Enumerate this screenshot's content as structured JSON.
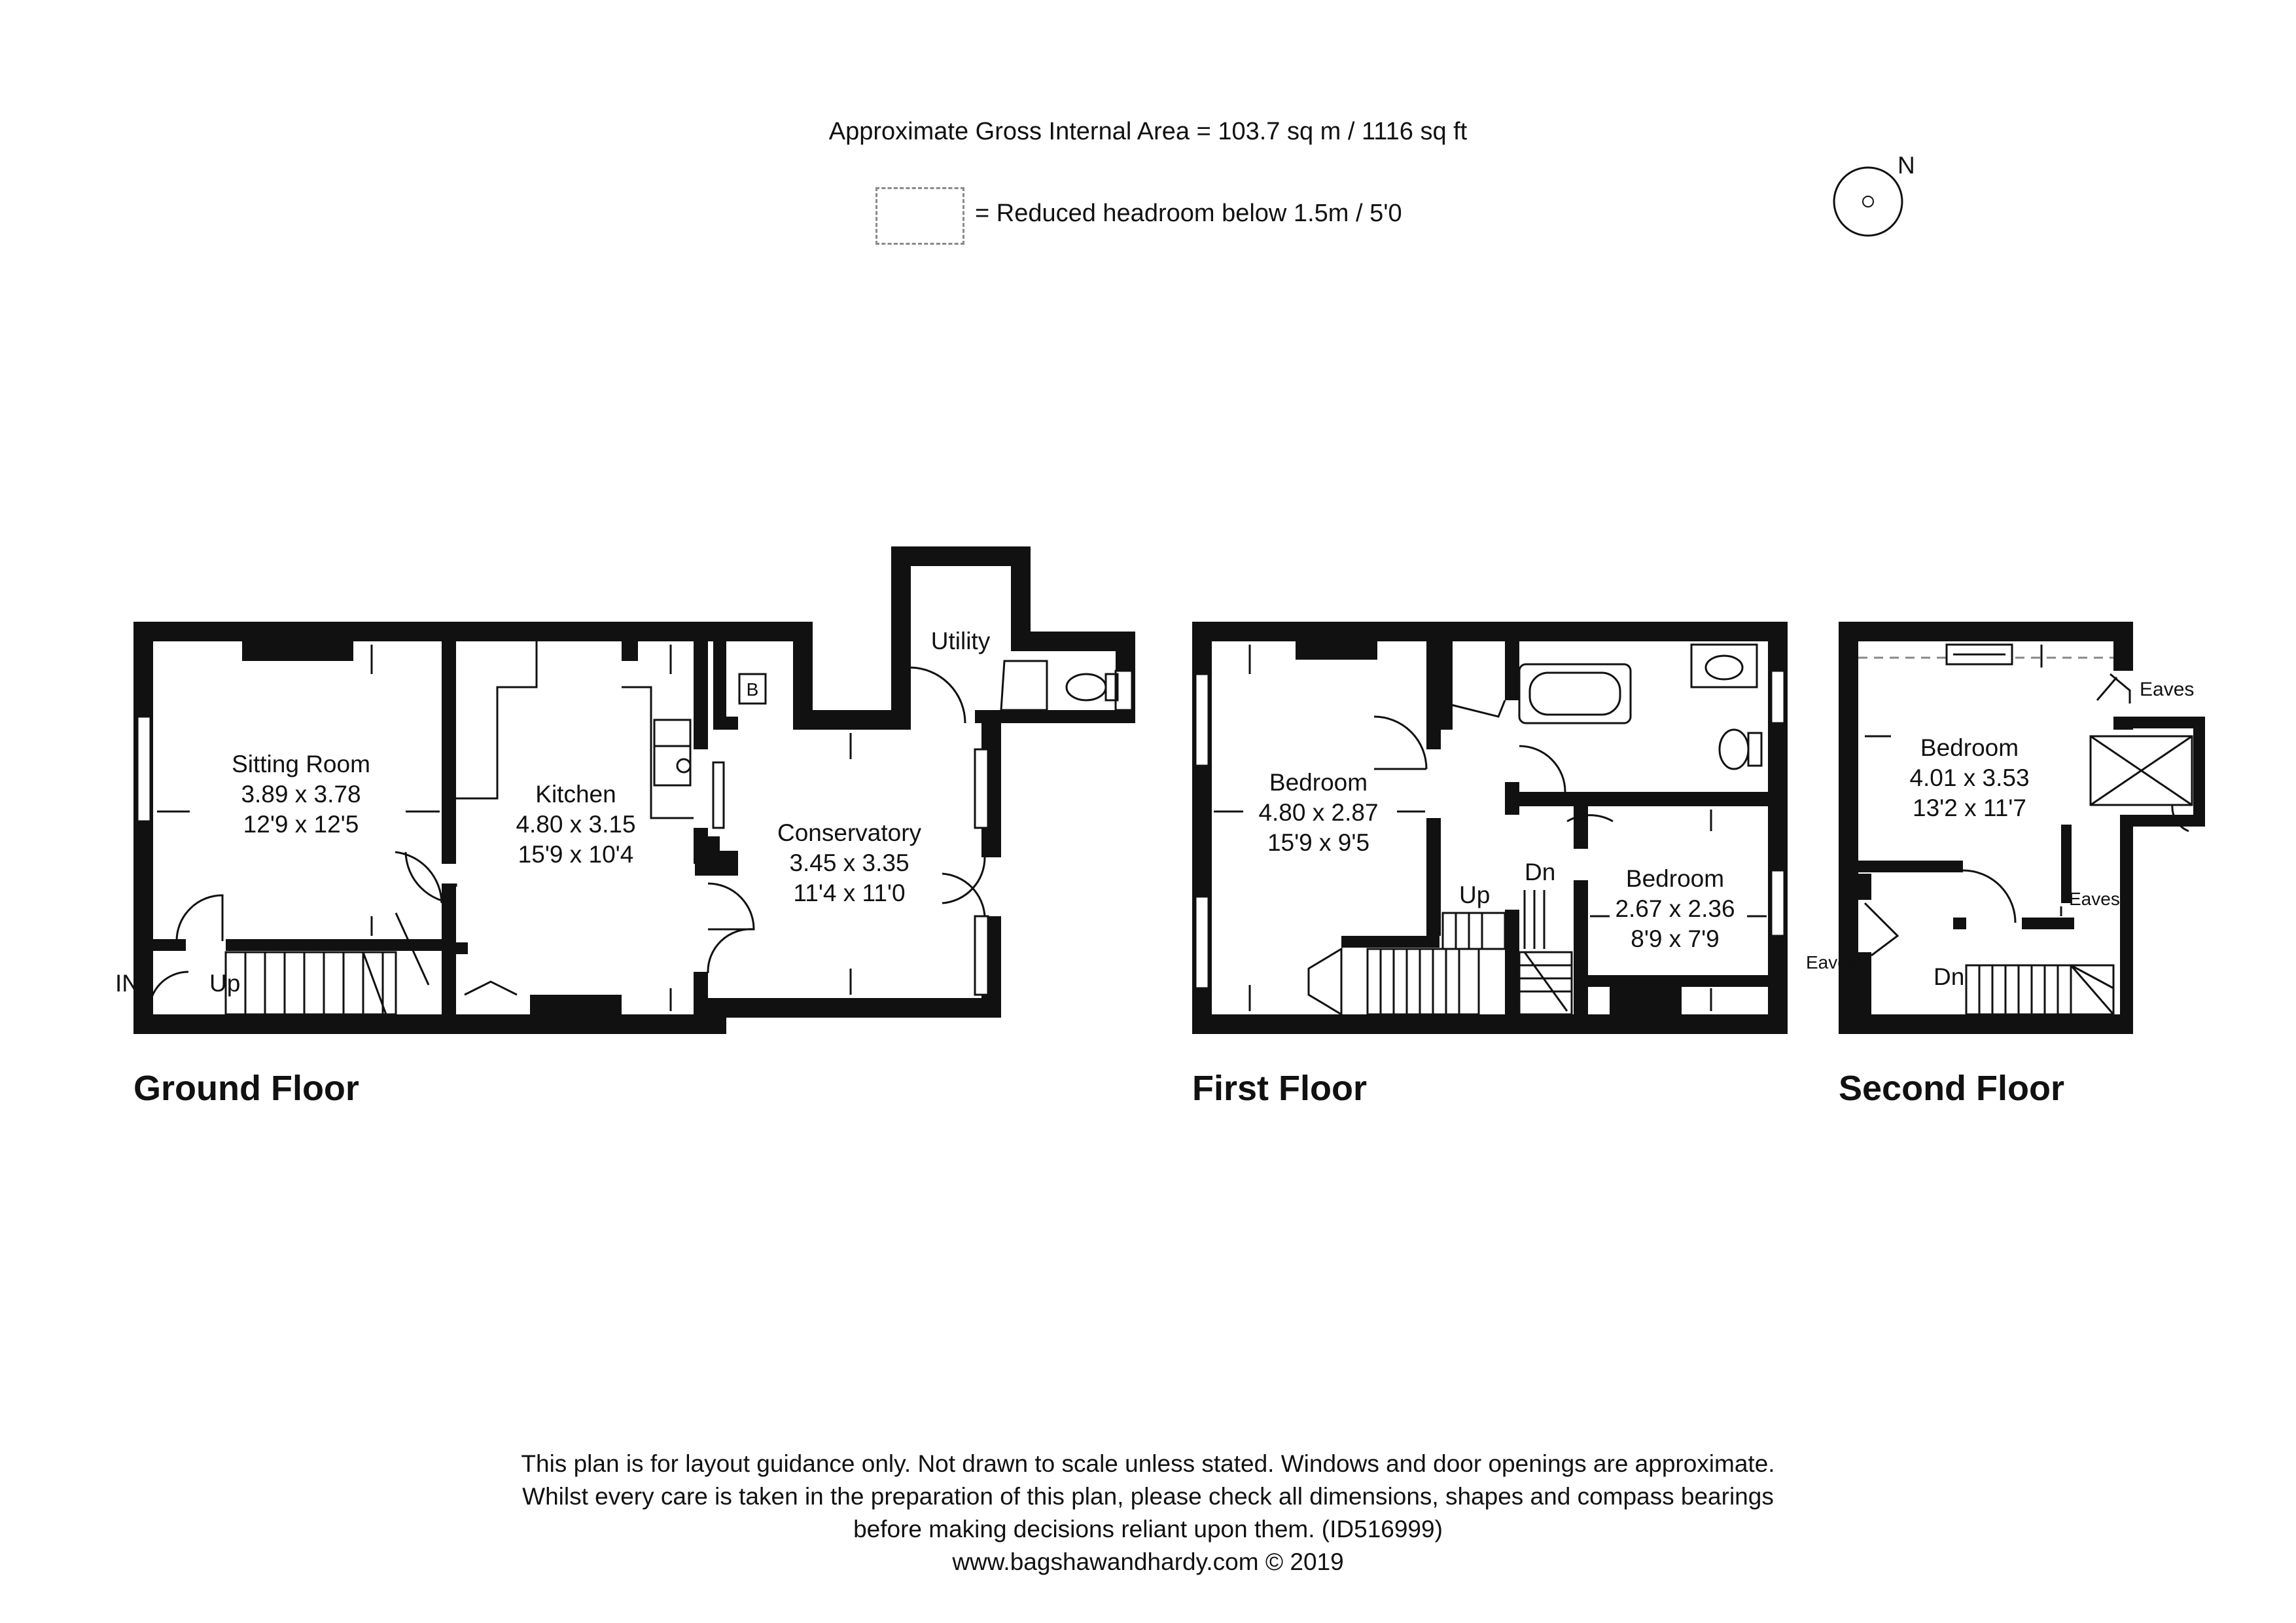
{
  "header": {
    "area": "Approximate Gross Internal Area = 103.7 sq m / 1116 sq ft",
    "legend": "= Reduced headroom below 1.5m / 5'0",
    "compass_letter": "N"
  },
  "floors": {
    "ground": {
      "title": "Ground Floor",
      "rooms": {
        "sitting": {
          "name": "Sitting Room",
          "metric": "3.89 x 3.78",
          "imperial": "12'9 x 12'5"
        },
        "kitchen": {
          "name": "Kitchen",
          "metric": "4.80 x 3.15",
          "imperial": "15'9 x 10'4"
        },
        "conservatory": {
          "name": "Conservatory",
          "metric": "3.45 x 3.35",
          "imperial": "11'4 x 11'0"
        },
        "utility": {
          "name": "Utility"
        }
      },
      "labels": {
        "in": "IN",
        "up": "Up",
        "boiler": "B"
      }
    },
    "first": {
      "title": "First Floor",
      "rooms": {
        "bedroom1": {
          "name": "Bedroom",
          "metric": "4.80 x 2.87",
          "imperial": "15'9 x 9'5"
        },
        "bedroom2": {
          "name": "Bedroom",
          "metric": "2.67 x 2.36",
          "imperial": "8'9 x 7'9"
        }
      },
      "labels": {
        "up": "Up",
        "dn": "Dn"
      }
    },
    "second": {
      "title": "Second Floor",
      "rooms": {
        "bedroom": {
          "name": "Bedroom",
          "metric": "4.01 x 3.53",
          "imperial": "13'2 x 11'7"
        }
      },
      "labels": {
        "dn": "Dn",
        "eaves1": "Eaves",
        "eaves2": "Eaves",
        "eaves3": "Eaves"
      }
    }
  },
  "footer": {
    "line1": "This plan is for layout guidance only. Not drawn to scale unless stated. Windows and door openings are approximate.",
    "line2": "Whilst every care is taken in the preparation of this plan, please check all dimensions, shapes and compass bearings",
    "line3": "before making decisions reliant upon them. (ID516999)",
    "line4": "www.bagshawandhardy.com © 2019"
  }
}
